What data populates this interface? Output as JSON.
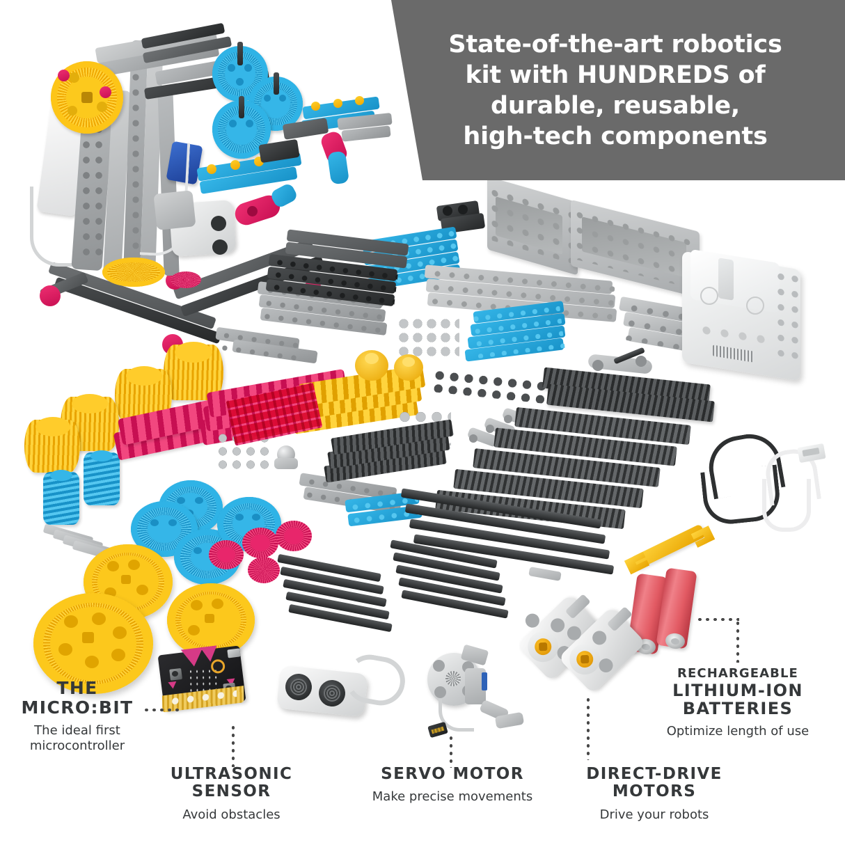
{
  "banner": {
    "background_color": "#6a6a6a",
    "text_color": "#ffffff",
    "lines": [
      "State-of-the-art robotics",
      "kit with HUNDREDS of",
      "durable, reusable,",
      "high-tech components"
    ]
  },
  "callouts": [
    {
      "id": "microbit",
      "title": "THE\nMICRO:BIT",
      "title_line1": "THE",
      "title_line2": "MICRO:BIT",
      "subtitle_line1": "The ideal first",
      "subtitle_line2": "microcontroller",
      "leader": "dotted-horizontal-right"
    },
    {
      "id": "ultrasonic-sensor",
      "title_line1": "ULTRASONIC",
      "title_line2": "SENSOR",
      "subtitle_line1": "Avoid obstacles",
      "leader": "dotted-vertical-up"
    },
    {
      "id": "servo-motor",
      "title_line1": "SERVO MOTOR",
      "subtitle_line1": "Make precise movements",
      "leader": "dotted-vertical-up"
    },
    {
      "id": "direct-drive-motors",
      "title_line1": "DIRECT-DRIVE",
      "title_line2": "MOTORS",
      "subtitle_line1": "Drive your robots",
      "leader": "dotted-vertical-up"
    },
    {
      "id": "lithium-batteries",
      "title_line0": "RECHARGEABLE",
      "title_line1": "LITHIUM-ION",
      "title_line2": "BATTERIES",
      "subtitle_line1": "Optimize length of use",
      "leader": "dotted-elbow-left-down"
    }
  ],
  "colors": {
    "text_dark": "#35383a",
    "banner_gray": "#6a6a6a",
    "brick_blue": "#1fa4dc",
    "brick_yellow": "#f7c014",
    "brick_pink": "#e8266b",
    "brick_gray_light": "#bcbfc1",
    "brick_gray_dark": "#53565a",
    "battery_red": "#e25a63",
    "motor_orange": "#f0a400",
    "background": "#ffffff"
  },
  "products": {
    "robot_arm": "assembled-robot-arm",
    "microbit_board": "microbit",
    "ultrasonic_sensor": "ultrasonic-sensor",
    "servo_motor": "servo-motor",
    "drive_motors": "direct-drive-motors",
    "batteries": "lithium-ion-batteries",
    "battery_pack": "battery-controller-pack",
    "usb_cable": "usb-cable",
    "black_cable": "motor-cable",
    "wrench": "yellow-wrench-tool"
  }
}
